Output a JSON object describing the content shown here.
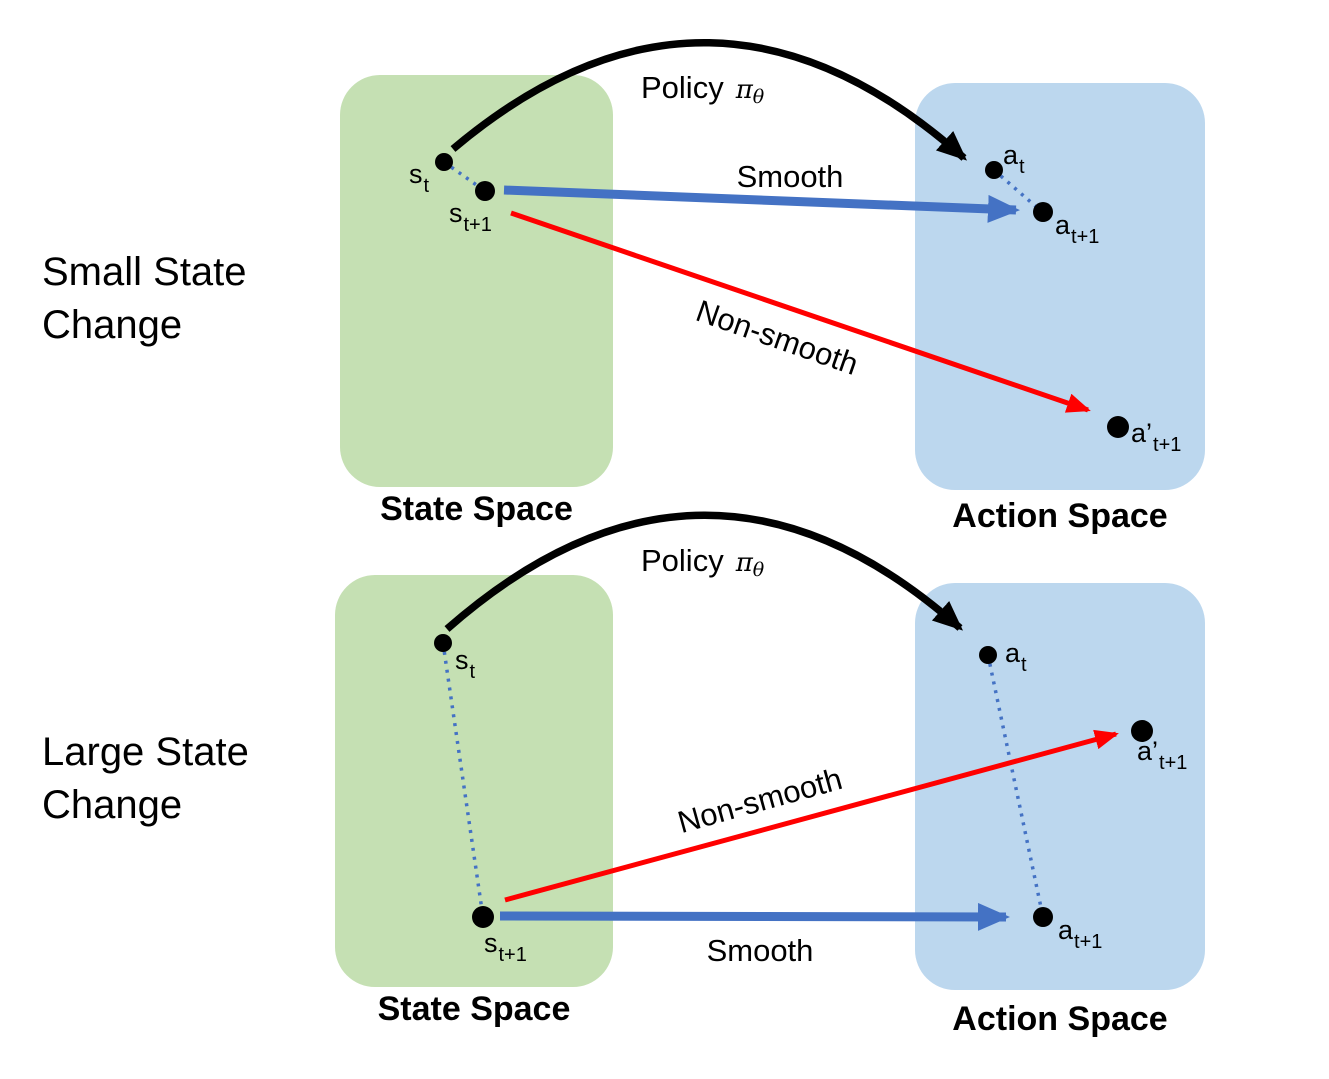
{
  "colors": {
    "state_space_fill": "#C5E0B3",
    "action_space_fill": "#BCD7EE",
    "smooth_arrow": "#4472C4",
    "non_smooth_arrow": "#FF0000",
    "policy_arrow": "#000000",
    "point_dot": "#000000",
    "state_link_dotted": "#4472C4",
    "text": "#000000"
  },
  "sections": {
    "small": {
      "row_label": {
        "line1": "Small State",
        "line2": "Change"
      },
      "state_space_label": "State Space",
      "action_space_label": "Action Space",
      "policy": {
        "word": "Policy",
        "pi": "π",
        "theta": "θ"
      },
      "smooth_label": "Smooth",
      "non_smooth_label": "Non-smooth",
      "points": {
        "s_t": {
          "base": "s",
          "sub": "t"
        },
        "s_t1": {
          "base": "s",
          "sub": "t+1"
        },
        "a_t": {
          "base": "a",
          "sub": "t"
        },
        "a_t1": {
          "base": "a",
          "sub": "t+1"
        },
        "a_alt_t1": {
          "base": "a’",
          "sub": "t+1"
        }
      }
    },
    "large": {
      "row_label": {
        "line1": "Large State",
        "line2": "Change"
      },
      "state_space_label": "State Space",
      "action_space_label": "Action Space",
      "policy": {
        "word": "Policy",
        "pi": "π",
        "theta": "θ"
      },
      "smooth_label": "Smooth",
      "non_smooth_label": "Non-smooth",
      "points": {
        "s_t": {
          "base": "s",
          "sub": "t"
        },
        "s_t1": {
          "base": "s",
          "sub": "t+1"
        },
        "a_t": {
          "base": "a",
          "sub": "t"
        },
        "a_t1": {
          "base": "a",
          "sub": "t+1"
        },
        "a_alt_t1": {
          "base": "a’",
          "sub": "t+1"
        }
      }
    }
  }
}
